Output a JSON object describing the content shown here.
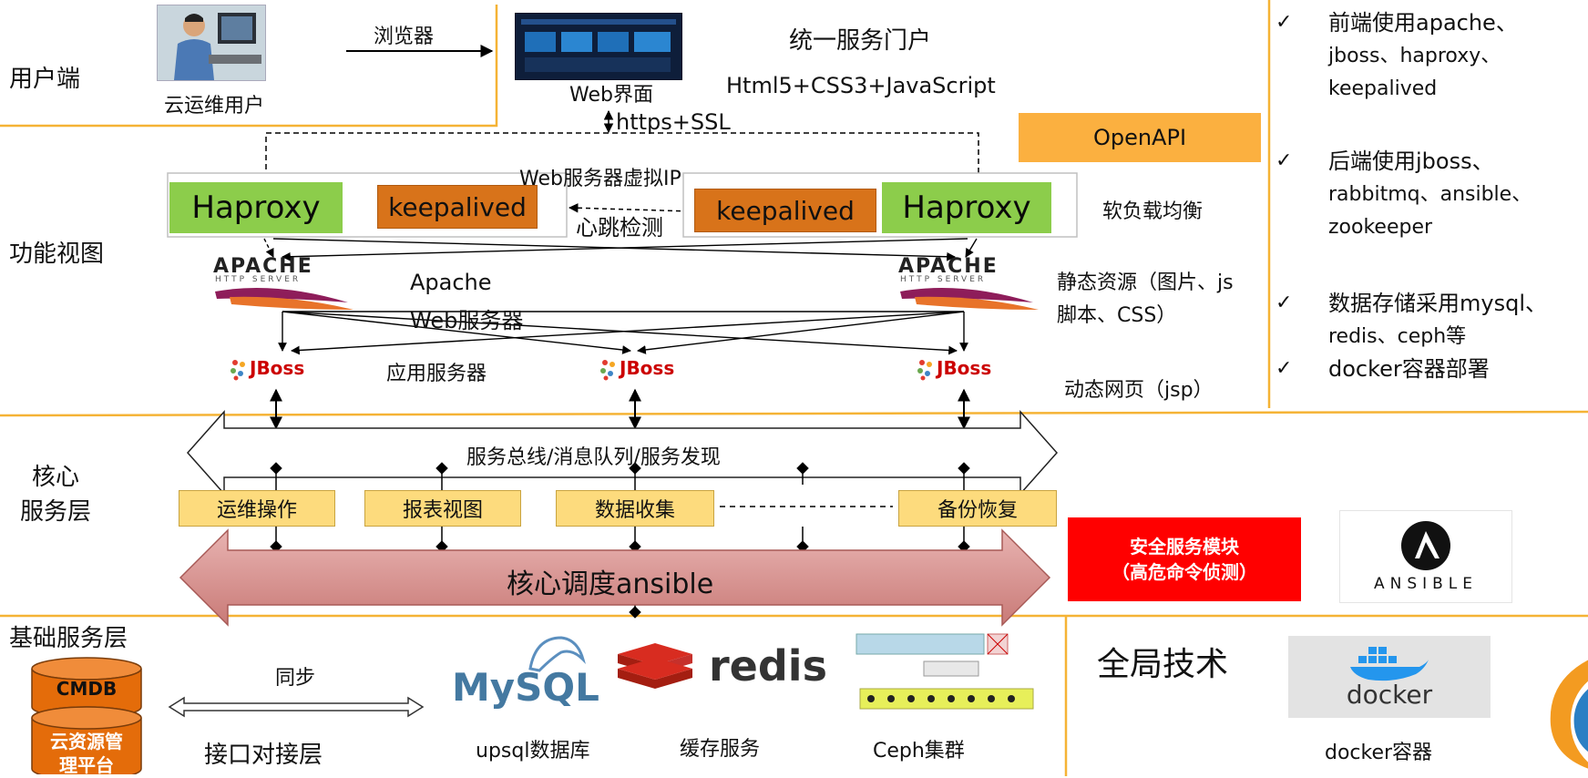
{
  "layers": {
    "user": "用户端",
    "function": "功能视图",
    "core": "核心\n服务层",
    "base": "基础服务层"
  },
  "user_side": {
    "cloud_user": "云运维用户",
    "browser": "浏览器",
    "web_ui": "Web界面",
    "portal_title": "统一服务门户",
    "portal_tech": "Html5+CSS3+JavaScript",
    "https": "https+SSL",
    "openapi": "OpenAPI"
  },
  "load_balance": {
    "vip": "Web服务器虚拟IP",
    "haproxy_left": "Haproxy",
    "keepalived_left": "keepalived",
    "heartbeat": "心跳检测",
    "keepalived_right": "keepalived",
    "haproxy_right": "Haproxy",
    "label": "软负载均衡"
  },
  "apache": {
    "logo_text": "APACHE",
    "logo_sub": "HTTP SERVER",
    "label_line1": "Apache",
    "label_line2": "Web服务器",
    "static_res_line1": "静态资源（图片、js",
    "static_res_line2": "脚本、CSS）"
  },
  "jboss": {
    "logo_text": "JBoss",
    "app_server": "应用服务器",
    "dynamic": "动态网页（jsp）"
  },
  "core": {
    "bus": "服务总线/消息队列/服务发现",
    "ops": "运维操作",
    "report": "报表视图",
    "collect": "数据收集",
    "backup": "备份恢复",
    "scheduler": "核心调度ansible",
    "security_line1": "安全服务模块",
    "security_line2": "（高危命令侦测）",
    "ansible_logo": "ANSIBLE"
  },
  "base": {
    "cmdb": "CMDB",
    "cloud_platform_line1": "云资源管",
    "cloud_platform_line2": "理平台",
    "sync": "同步",
    "interface_layer": "接口对接层",
    "mysql_logo": "MySQL",
    "mysql_label": "upsql数据库",
    "redis_logo": "redis",
    "redis_label": "缓存服务",
    "ceph_label": "Ceph集群",
    "global_tech": "全局技术",
    "docker_logo": "docker",
    "docker_label": "docker容器"
  },
  "tech_notes": {
    "check": "✓",
    "n1_line1": "前端使用apache、",
    "n1_line2": "jboss、haproxy、",
    "n1_line3": "keepalived",
    "n2_line1": "后端使用jboss、",
    "n2_line2": "rabbitmq、ansible、",
    "n2_line3": "zookeeper",
    "n3_line1": "数据存储采用mysql、",
    "n3_line2": "redis、ceph等",
    "n4": "docker容器部署"
  },
  "colors": {
    "divider": "#f5b335",
    "haproxy": "#8ccd4b",
    "keepalived": "#d8731a",
    "service_box": "#fddb7d",
    "openapi": "#fbb040",
    "ansible_arrow": "#d99491",
    "security": "#ff0000",
    "cmdb": "#e46c0a"
  }
}
